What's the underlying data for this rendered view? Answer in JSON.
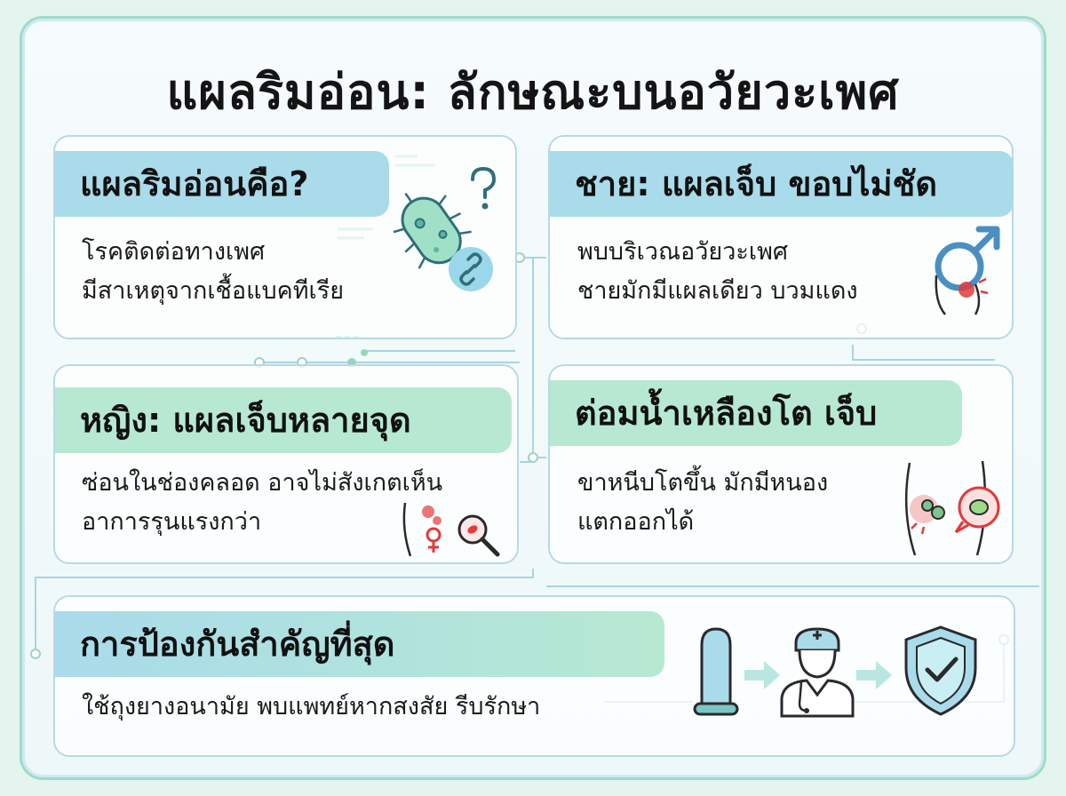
{
  "title": "แผลริมอ่อน: ลักษณะบนอวัยวะเพศ",
  "cards": {
    "what": {
      "heading": "แผลริมอ่อนคือ?",
      "line1": "โรคติดต่อทางเพศ",
      "line2": "มีสาเหตุจากเชื้อแบคทีเรีย"
    },
    "male": {
      "heading": "ชาย: แผลเจ็บ ขอบไม่ชัด",
      "line1": "พบบริเวณอวัยวะเพศ",
      "line2": "ชายมักมีแผลเดียว บวมแดง"
    },
    "female": {
      "heading": "หญิง: แผลเจ็บหลายจุด",
      "line1": "ซ่อนในช่องคลอด อาจไม่สังเกตเห็น",
      "line2": "อาการรุนแรงกว่า"
    },
    "lymph": {
      "heading": "ต่อมน้ำเหลืองโต เจ็บ",
      "line1": "ขาหนีบโตขึ้น มักมีหนอง",
      "line2": "แตกออกได้"
    },
    "prevention": {
      "heading": "การป้องกันสำคัญที่สุด",
      "line1": "ใช้ถุงยางอนามัย พบแพทย์หากสงสัย รีบรักษา"
    }
  },
  "icons": {
    "bacteria": "bacteria-icon",
    "question": "question-mark-icon",
    "link": "link-icon",
    "male_symbol": "male-symbol-icon",
    "female_symbol": "female-symbol-icon",
    "magnifier": "magnifier-icon",
    "groin": "groin-swelling-icon",
    "condom": "condom-icon",
    "doctor": "doctor-icon",
    "shield": "shield-check-icon"
  },
  "colors": {
    "blue_pill": "#a9dbeb",
    "green_pill": "#b7e9d2",
    "card_border": "#b7d9e8",
    "accent_red": "#e23a3a",
    "icon_teal": "#2f7f86"
  }
}
